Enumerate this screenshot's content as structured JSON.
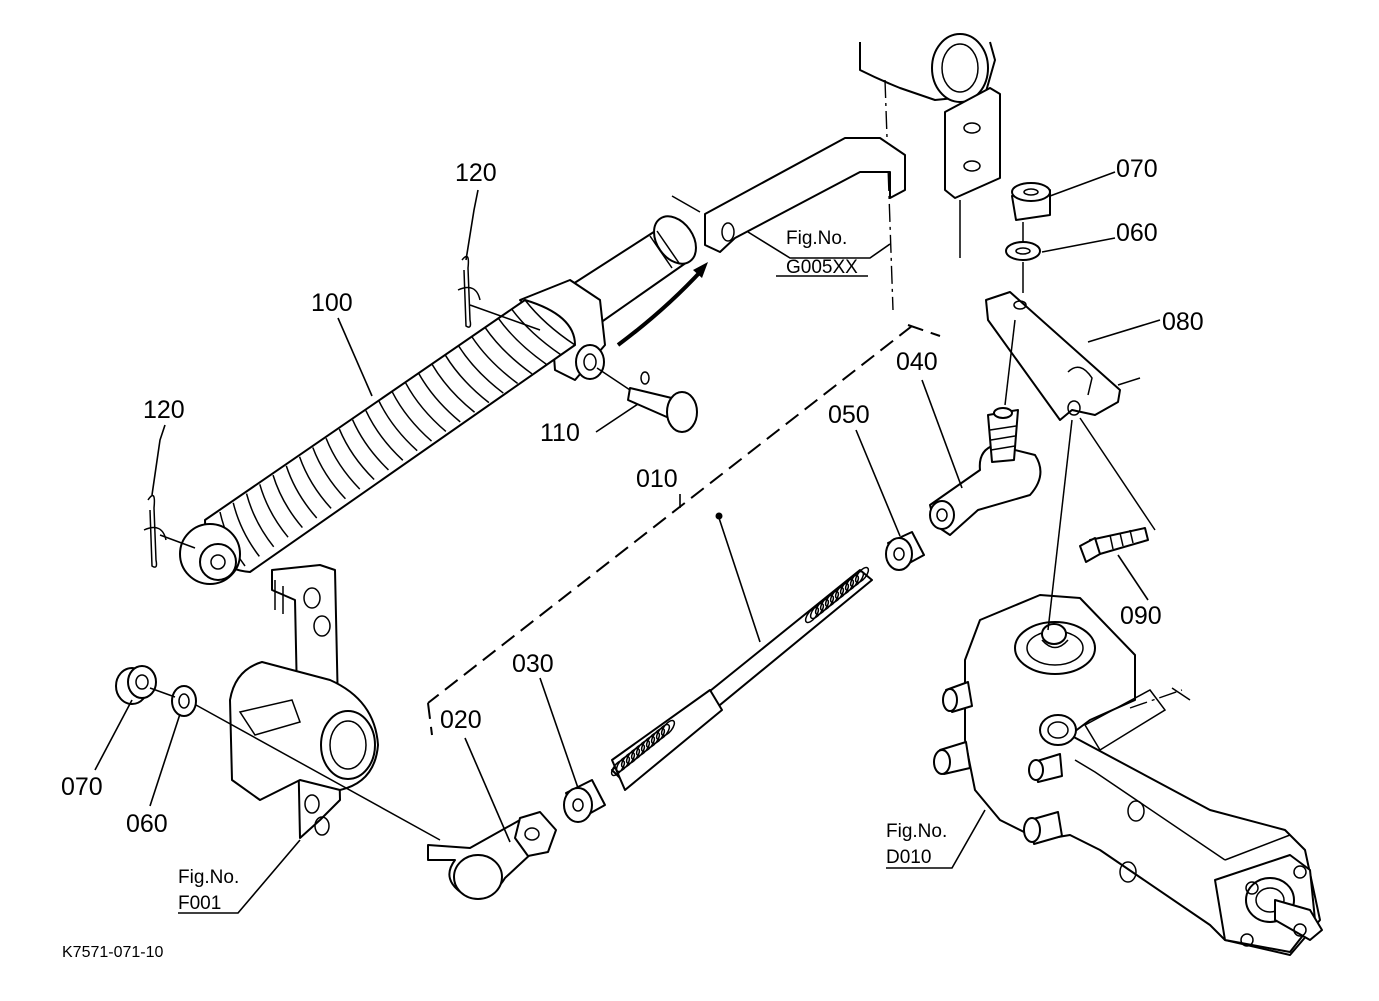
{
  "part_labels": {
    "p010": "010",
    "p020": "020",
    "p030": "030",
    "p040": "040",
    "p050": "050",
    "p060_top": "060",
    "p060_left": "060",
    "p070_top": "070",
    "p070_left": "070",
    "p080": "080",
    "p090": "090",
    "p100": "100",
    "p110": "110",
    "p120_top": "120",
    "p120_left": "120"
  },
  "fig_refs": {
    "g005": {
      "prefix": "Fig.No.",
      "code": "G005XX"
    },
    "f001": {
      "prefix": "Fig.No.",
      "code": "F001"
    },
    "d010": {
      "prefix": "Fig.No.",
      "code": "D010"
    }
  },
  "drawing_code": "K7571-071-10"
}
